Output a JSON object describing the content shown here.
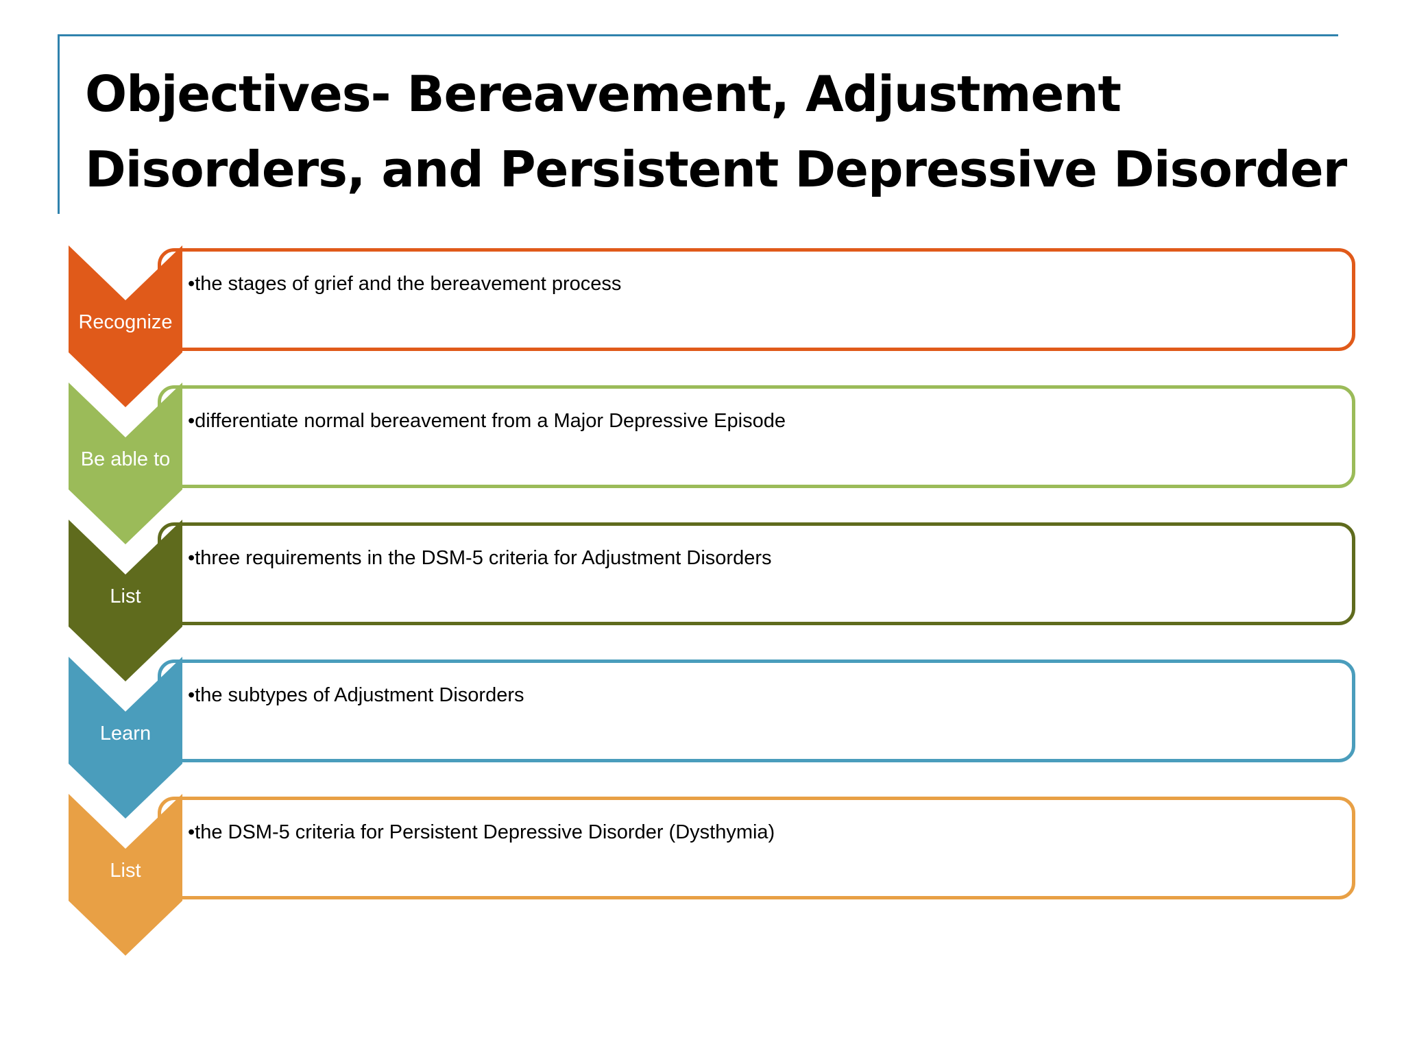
{
  "title": {
    "line1": "Objectives- Bereavement, Adjustment",
    "line2": "Disorders, and Persistent Depressive Disorder"
  },
  "frame_color": "#2f82ad",
  "steps": [
    {
      "label": "Recognize",
      "text": "•the stages of grief and the bereavement process",
      "color": "#e05a1a"
    },
    {
      "label": "Be able to",
      "text": "•differentiate normal bereavement from a Major Depressive Episode",
      "color": "#9bbb59"
    },
    {
      "label": "List",
      "text": "•three requirements in the DSM-5 criteria for Adjustment Disorders",
      "color": "#5f6b1d"
    },
    {
      "label": "Learn",
      "text": "•the subtypes of Adjustment Disorders",
      "color": "#4a9dbc"
    },
    {
      "label": "List",
      "text": "•the DSM-5 criteria for Persistent Depressive Disorder (Dysthymia)",
      "color": "#e8a045"
    }
  ]
}
